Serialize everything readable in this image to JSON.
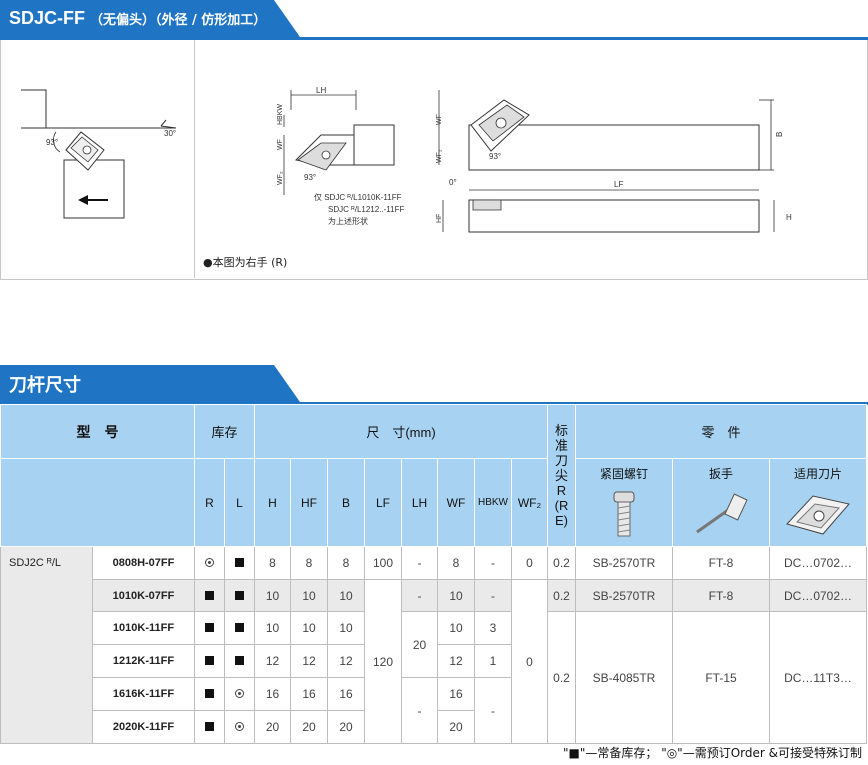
{
  "header": {
    "title": "SDJC-FF",
    "subtitle": "（无偏头）（外径 / 仿形加工）"
  },
  "diagram": {
    "note": "●本图为右手 (R)",
    "left": {
      "angle_93": "93°",
      "angle_30": "30°"
    },
    "middle": {
      "lh": "LH",
      "hbkw": "HBKW",
      "wf": "WF",
      "wf2": "WF₂",
      "angle": "93°",
      "caption1": "仅 SDJC ᴿ/L1010K-11FF",
      "caption2": "SDJC ᴿ/L1212..-11FF",
      "caption3": "为上述形状"
    },
    "right": {
      "wf": "WF",
      "wf2": "WF₂",
      "angle93": "93°",
      "angle0": "0°",
      "lf": "LF",
      "b": "B",
      "hf": "HF",
      "h": "H"
    }
  },
  "section2": {
    "title": "刀杆尺寸"
  },
  "table": {
    "col_model": "型　号",
    "col_stock": "库存",
    "col_dims": "尺　寸(mm)",
    "col_std_r": "标准刀尖R(RE)",
    "col_parts": "零　件",
    "col_screw": "紧固螺钉",
    "col_wrench": "扳手",
    "col_insert": "适用刀片",
    "sub_headers": [
      "R",
      "L",
      "H",
      "HF",
      "B",
      "LF",
      "LH",
      "WF",
      "HBKW",
      "WF₂"
    ],
    "prefix": "SDJ2C ᴿ/L",
    "rows": [
      {
        "model": "0808H-07FF",
        "r": "circle",
        "l": "square",
        "h": "8",
        "hf": "8",
        "b": "8",
        "lf": "100",
        "lh": "-",
        "wf": "8",
        "hbkw": "-",
        "wf2": "0",
        "re": "0.2",
        "screw": "SB-2570TR",
        "wrench": "FT-8",
        "insert": "DC…0702…"
      },
      {
        "model": "1010K-07FF",
        "r": "square",
        "l": "square",
        "h": "10",
        "hf": "10",
        "b": "10",
        "lh": "-",
        "wf": "10",
        "hbkw": "-",
        "re": "0.2",
        "screw": "SB-2570TR",
        "wrench": "FT-8",
        "insert": "DC…0702…"
      },
      {
        "model": "1010K-11FF",
        "r": "square",
        "l": "square",
        "h": "10",
        "hf": "10",
        "b": "10",
        "wf": "10",
        "hbkw": "3"
      },
      {
        "model": "1212K-11FF",
        "r": "square",
        "l": "square",
        "h": "12",
        "hf": "12",
        "b": "12",
        "wf": "12",
        "hbkw": "1"
      },
      {
        "model": "1616K-11FF",
        "r": "square",
        "l": "circle",
        "h": "16",
        "hf": "16",
        "b": "16",
        "wf": "16"
      },
      {
        "model": "2020K-11FF",
        "r": "square",
        "l": "circle",
        "h": "20",
        "hf": "20",
        "b": "20",
        "wf": "20"
      }
    ],
    "merged": {
      "lf": "120",
      "lh": "20",
      "wf2": "0",
      "re": "0.2",
      "screw": "SB-4085TR",
      "wrench": "FT-15",
      "insert": "DC…11T3…",
      "lh_lower": "-",
      "hbkw_lower": "-"
    }
  },
  "footer": "\"■\"—常备库存； \"◎\"—需预订Order  &可接受特殊订制"
}
